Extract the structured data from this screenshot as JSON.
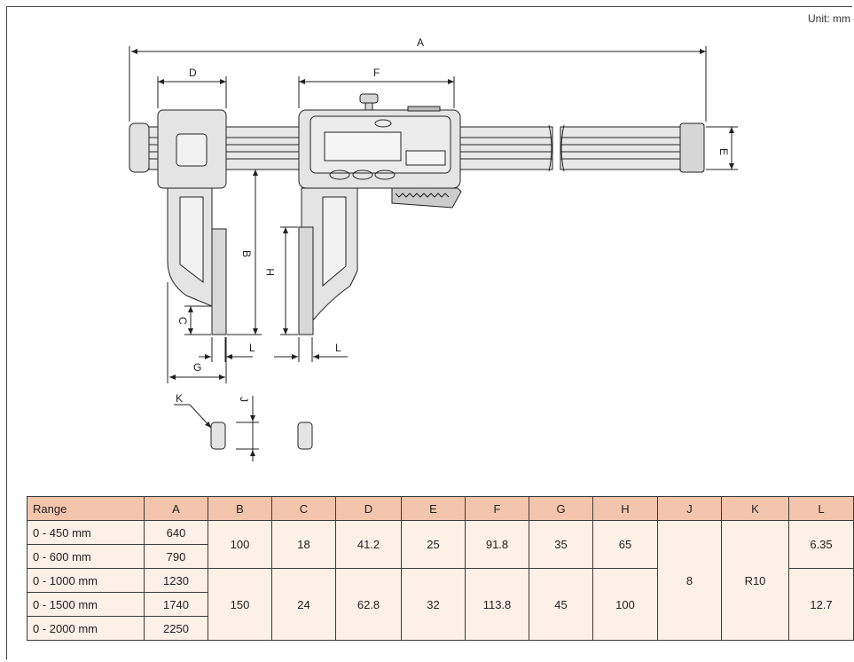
{
  "unit_label": "Unit: mm",
  "dimension_labels": {
    "A": "A",
    "B": "B",
    "C": "C",
    "D": "D",
    "E": "E",
    "F": "F",
    "G": "G",
    "H": "H",
    "J": "J",
    "K": "K",
    "L1": "L",
    "L2": "L"
  },
  "table": {
    "headers": [
      "Range",
      "A",
      "B",
      "C",
      "D",
      "E",
      "F",
      "G",
      "H",
      "J",
      "K",
      "L"
    ],
    "ranges": [
      "0 - 450 mm",
      "0 - 600 mm",
      "0 - 1000 mm",
      "0 - 1500 mm",
      "0 - 2000 mm"
    ],
    "A": [
      "640",
      "790",
      "1230",
      "1740",
      "2250"
    ],
    "group1": {
      "B": "100",
      "C": "18",
      "D": "41.2",
      "E": "25",
      "F": "91.8",
      "G": "35",
      "H": "65",
      "L": "6.35"
    },
    "group2": {
      "B": "150",
      "C": "24",
      "D": "62.8",
      "E": "32",
      "F": "113.8",
      "G": "45",
      "H": "100",
      "L": "12.7"
    },
    "shared": {
      "J": "8",
      "K": "R10"
    }
  },
  "colors": {
    "header_bg": "#f4c5ad",
    "cell_bg": "#fdf0e7",
    "line": "#222222",
    "metal": "#e2e2e2"
  }
}
